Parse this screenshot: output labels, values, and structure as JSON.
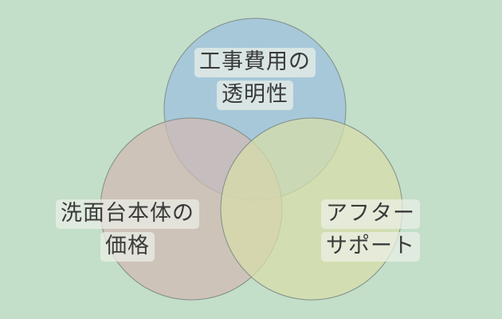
{
  "background_color": "#c3dec9",
  "circles": [
    {
      "id": "top",
      "color": "#a5c5da",
      "lines": [
        "工事費用の",
        "透明性"
      ]
    },
    {
      "id": "left",
      "color": "#d3b9b3",
      "lines": [
        "洗面台本体の",
        "価格"
      ]
    },
    {
      "id": "right",
      "color": "#d8dea8",
      "lines": [
        "アフター",
        "サポート"
      ]
    }
  ],
  "overlap_colors": {
    "top_left": "#b4b3cf",
    "top_right": "#c8cfb6",
    "left_right": "#dac79d",
    "center": "#c7bea7"
  }
}
